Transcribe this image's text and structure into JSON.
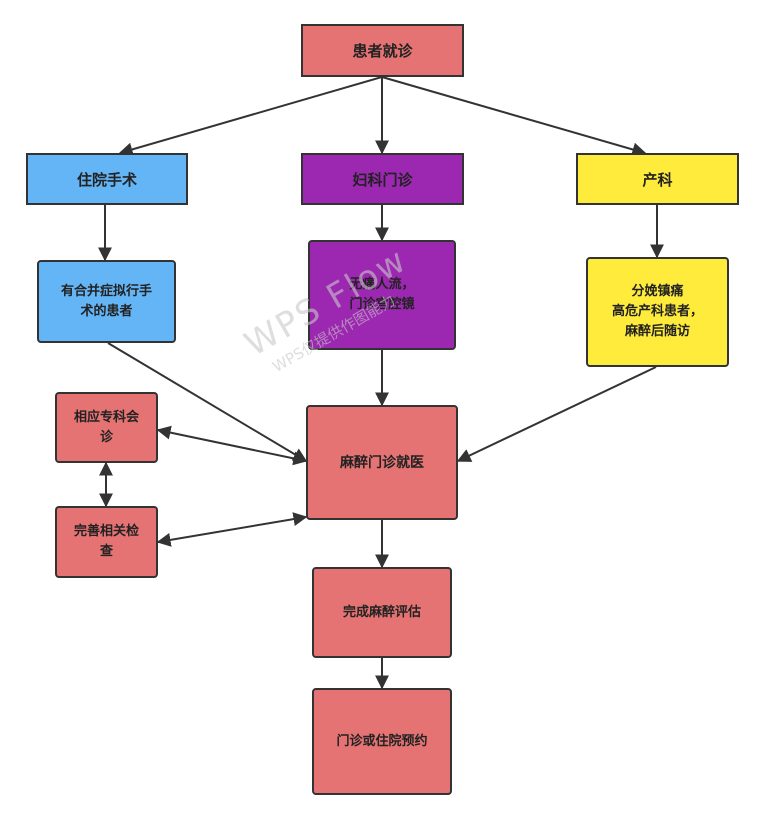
{
  "colors": {
    "coral": "#E57373",
    "blue": "#64B5F6",
    "purple": "#9C27B0",
    "yellow": "#FFEB3B",
    "stroke": "#333333"
  },
  "nodes": {
    "patient_visit": "患者就诊",
    "inpatient_surgery": "住院手术",
    "gyn_clinic": "妇科门诊",
    "obstetrics": "产科",
    "comorbidity_patients": [
      "有合并症拟行手",
      "术的患者"
    ],
    "gyn_procedures": [
      "无痛人流，",
      "门诊宫腔镜"
    ],
    "obstetric_services": [
      "分娩镇痛",
      "高危产科患者，",
      "麻醉后随访"
    ],
    "anesthesia_clinic": "麻醉门诊就医",
    "specialist_consult": [
      "相应专科会",
      "诊"
    ],
    "complete_exams": [
      "完善相关检",
      "查"
    ],
    "complete_assessment": "完成麻醉评估",
    "appointment": "门诊或住院预约"
  },
  "watermark": {
    "brand": "WPS Flow",
    "caption": "WPS仅提供作图能力"
  }
}
